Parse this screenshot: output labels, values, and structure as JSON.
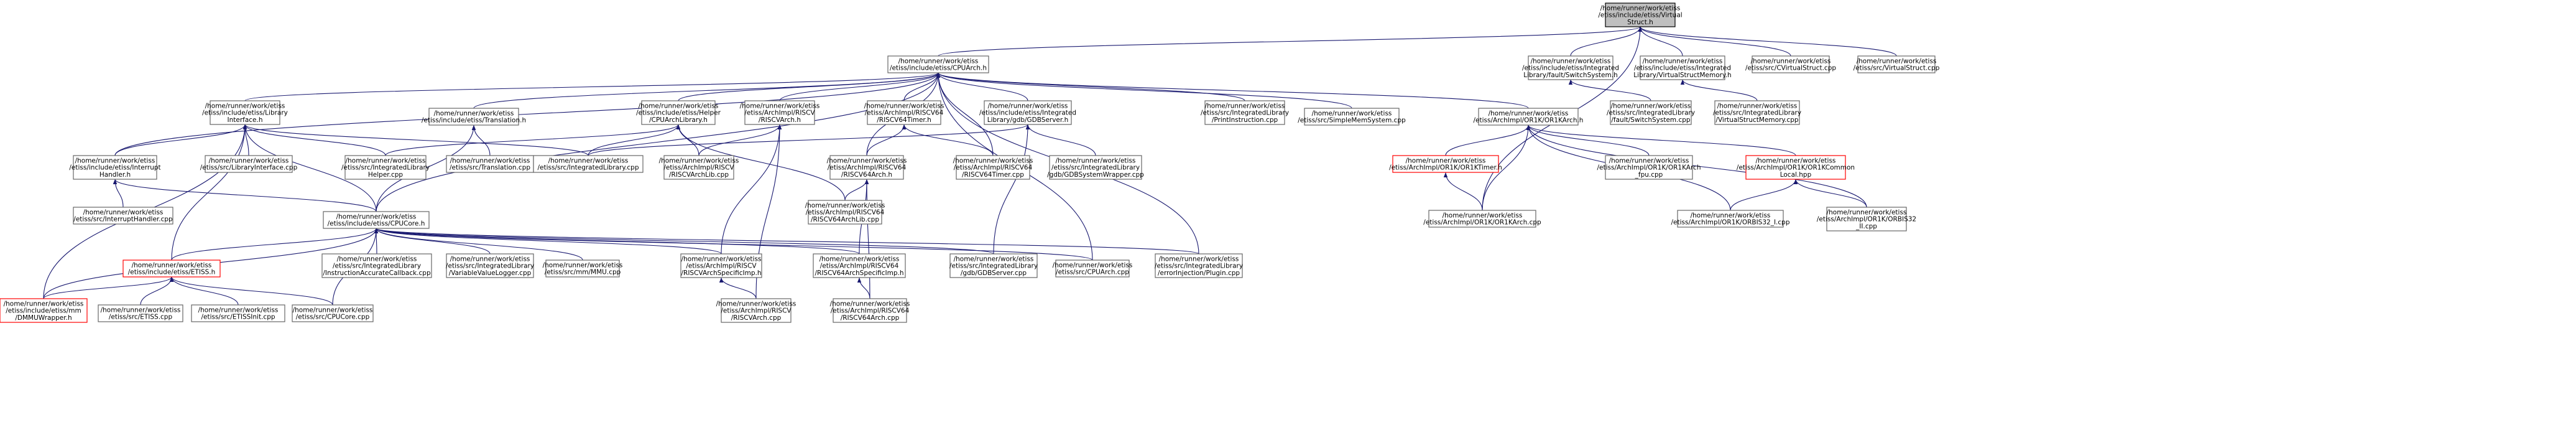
{
  "colors": {
    "edge": "#191970",
    "box": "#666666",
    "root_fill": "#bfbfbf",
    "missing": "#ff0000"
  },
  "nodes": [
    {
      "id": "virtualstruct",
      "lines": [
        "/home/runner/work/etiss",
        "/etiss/include/etiss/Virtual",
        "Struct.h"
      ],
      "style": "root"
    },
    {
      "id": "cpuarch",
      "lines": [
        "/home/runner/work/etiss",
        "/etiss/include/etiss/CPUArch.h"
      ]
    },
    {
      "id": "faultswitch",
      "lines": [
        "/home/runner/work/etiss",
        "/etiss/include/etiss/Integrated",
        "Library/fault/SwitchSystem.h"
      ]
    },
    {
      "id": "virtualmemory",
      "lines": [
        "/home/runner/work/etiss",
        "/etiss/include/etiss/Integrated",
        "Library/VirtualStructMemory.h"
      ]
    },
    {
      "id": "cvirtualstruct",
      "lines": [
        "/home/runner/work/etiss",
        "/etiss/src/CVirtualStruct.cpp"
      ]
    },
    {
      "id": "virtualstructcpp",
      "lines": [
        "/home/runner/work/etiss",
        "/etiss/src/VirtualStruct.cpp"
      ]
    },
    {
      "id": "libraryinterface",
      "lines": [
        "/home/runner/work/etiss",
        "/etiss/include/etiss/Library",
        "Interface.h"
      ]
    },
    {
      "id": "translation",
      "lines": [
        "/home/runner/work/etiss",
        "/etiss/include/etiss/Translation.h"
      ]
    },
    {
      "id": "cpuarchlib",
      "lines": [
        "/home/runner/work/etiss",
        "/etiss/include/etiss/Helper",
        "/CPUArchLibrary.h"
      ]
    },
    {
      "id": "riscvarch",
      "lines": [
        "/home/runner/work/etiss",
        "/etiss/ArchImpl/RISCV",
        "/RISCVArch.h"
      ]
    },
    {
      "id": "riscv64timer",
      "lines": [
        "/home/runner/work/etiss",
        "/etiss/ArchImpl/RISCV64",
        "/RISCV64Timer.h"
      ]
    },
    {
      "id": "gdbserverh",
      "lines": [
        "/home/runner/work/etiss",
        "/etiss/include/etiss/Integrated",
        "Library/gdb/GDBServer.h"
      ]
    },
    {
      "id": "printinstr",
      "lines": [
        "/home/runner/work/etiss",
        "/etiss/src/IntegratedLibrary",
        "/PrintInstruction.cpp"
      ]
    },
    {
      "id": "simplemem",
      "lines": [
        "/home/runner/work/etiss",
        "/etiss/src/SimpleMemSystem.cpp"
      ]
    },
    {
      "id": "or1karchh",
      "lines": [
        "/home/runner/work/etiss",
        "/etiss/ArchImpl/OR1K/OR1KArch.h"
      ]
    },
    {
      "id": "faultswitchcpp",
      "lines": [
        "/home/runner/work/etiss",
        "/etiss/src/IntegratedLibrary",
        "/fault/SwitchSystem.cpp"
      ]
    },
    {
      "id": "virtualmemcpp",
      "lines": [
        "/home/runner/work/etiss",
        "/etiss/src/IntegratedLibrary",
        "/VirtualStructMemory.cpp"
      ]
    },
    {
      "id": "interrupth",
      "lines": [
        "/home/runner/work/etiss",
        "/etiss/include/etiss/Interrupt",
        "Handler.h"
      ]
    },
    {
      "id": "libinterfacecpp",
      "lines": [
        "/home/runner/work/etiss",
        "/etiss/src/LibraryInterface.cpp"
      ]
    },
    {
      "id": "helpercpp",
      "lines": [
        "/home/runner/work/etiss",
        "/etiss/src/IntegratedLibrary",
        "Helper.cpp"
      ]
    },
    {
      "id": "translationcpp",
      "lines": [
        "/home/runner/work/etiss",
        "/etiss/src/Translation.cpp"
      ]
    },
    {
      "id": "intlibcpp",
      "lines": [
        "/home/runner/work/etiss",
        "/etiss/src/IntegratedLibrary.cpp"
      ]
    },
    {
      "id": "riscvarchlib",
      "lines": [
        "/home/runner/work/etiss",
        "/etiss/ArchImpl/RISCV",
        "/RISCVArchLib.cpp"
      ]
    },
    {
      "id": "riscv64arch",
      "lines": [
        "/home/runner/work/etiss",
        "/etiss/ArchImpl/RISCV64",
        "/RISCV64Arch.h"
      ]
    },
    {
      "id": "riscv64timercpp",
      "lines": [
        "/home/runner/work/etiss",
        "/etiss/ArchImpl/RISCV64",
        "/RISCV64Timer.cpp"
      ]
    },
    {
      "id": "gdbsyswrap",
      "lines": [
        "/home/runner/work/etiss",
        "/etiss/src/IntegratedLibrary",
        "/gdb/GDBSystemWrapper.cpp"
      ]
    },
    {
      "id": "or1ktimer",
      "lines": [
        "/home/runner/work/etiss",
        "/etiss/ArchImpl/OR1K/OR1KTimer.h"
      ],
      "style": "red"
    },
    {
      "id": "or1kfpu",
      "lines": [
        "/home/runner/work/etiss",
        "/etiss/ArchImpl/OR1K/OR1KArch",
        "_fpu.cpp"
      ]
    },
    {
      "id": "or1kcommon",
      "lines": [
        "/home/runner/work/etiss",
        "/etiss/ArchImpl/OR1K/OR1KCommon",
        "Local.hpp"
      ],
      "style": "red"
    },
    {
      "id": "interruptcpp",
      "lines": [
        "/home/runner/work/etiss",
        "/etiss/src/InterruptHandler.cpp"
      ]
    },
    {
      "id": "riscv64archlib",
      "lines": [
        "/home/runner/work/etiss",
        "/etiss/ArchImpl/RISCV64",
        "/RISCV64ArchLib.cpp"
      ]
    },
    {
      "id": "cpucore",
      "lines": [
        "/home/runner/work/etiss",
        "/etiss/include/etiss/CPUCore.h"
      ]
    },
    {
      "id": "or1karchcpp",
      "lines": [
        "/home/runner/work/etiss",
        "/etiss/ArchImpl/OR1K/OR1KArch.cpp"
      ]
    },
    {
      "id": "or1kbis32i",
      "lines": [
        "/home/runner/work/etiss",
        "/etiss/ArchImpl/OR1K/ORBIS32_I.cpp"
      ]
    },
    {
      "id": "or1kbis32ii",
      "lines": [
        "/home/runner/work/etiss",
        "/etiss/ArchImpl/OR1K/ORBIS32",
        "_II.cpp"
      ]
    },
    {
      "id": "etissh",
      "lines": [
        "/home/runner/work/etiss",
        "/etiss/include/etiss/ETISS.h"
      ],
      "style": "red"
    },
    {
      "id": "instraccurate",
      "lines": [
        "/home/runner/work/etiss",
        "/etiss/src/IntegratedLibrary",
        "/InstructionAccurateCallback.cpp"
      ]
    },
    {
      "id": "varlogger",
      "lines": [
        "/home/runner/work/etiss",
        "/etiss/src/IntegratedLibrary",
        "/VariableValueLogger.cpp"
      ]
    },
    {
      "id": "mmucpp",
      "lines": [
        "/home/runner/work/etiss",
        "/etiss/src/mm/MMU.cpp"
      ]
    },
    {
      "id": "riscvspecimp",
      "lines": [
        "/home/runner/work/etiss",
        "/etiss/ArchImpl/RISCV",
        "/RISCVArchSpecificImp.h"
      ]
    },
    {
      "id": "riscv64specimp",
      "lines": [
        "/home/runner/work/etiss",
        "/etiss/ArchImpl/RISCV64",
        "/RISCV64ArchSpecificImp.h"
      ]
    },
    {
      "id": "gdbservercpp",
      "lines": [
        "/home/runner/work/etiss",
        "/etiss/src/IntegratedLibrary",
        "/gdb/GDBServer.cpp"
      ]
    },
    {
      "id": "cpuarchcpp",
      "lines": [
        "/home/runner/work/etiss",
        "/etiss/src/CPUArch.cpp"
      ]
    },
    {
      "id": "errorinject",
      "lines": [
        "/home/runner/work/etiss",
        "/etiss/src/IntegratedLibrary",
        "/errorInjection/Plugin.cpp"
      ]
    },
    {
      "id": "dmmuwrapper",
      "lines": [
        "/home/runner/work/etiss",
        "/etiss/include/etiss/mm",
        "/DMMUWrapper.h"
      ],
      "style": "red"
    },
    {
      "id": "etisscpp",
      "lines": [
        "/home/runner/work/etiss",
        "/etiss/src/ETISS.cpp"
      ]
    },
    {
      "id": "etissinit",
      "lines": [
        "/home/runner/work/etiss",
        "/etiss/src/ETISSInit.cpp"
      ]
    },
    {
      "id": "cpucorecpp",
      "lines": [
        "/home/runner/work/etiss",
        "/etiss/src/CPUCore.cpp"
      ]
    },
    {
      "id": "riscvarchcpp",
      "lines": [
        "/home/runner/work/etiss",
        "/etiss/ArchImpl/RISCV",
        "/RISCVArch.cpp"
      ]
    },
    {
      "id": "riscv64archcpp",
      "lines": [
        "/home/runner/work/etiss",
        "/etiss/ArchImpl/RISCV64",
        "/RISCV64Arch.cpp"
      ]
    }
  ],
  "edges": [
    [
      "cpuarch",
      "virtualstruct"
    ],
    [
      "faultswitch",
      "virtualstruct"
    ],
    [
      "virtualmemory",
      "virtualstruct"
    ],
    [
      "cvirtualstruct",
      "virtualstruct"
    ],
    [
      "virtualstructcpp",
      "virtualstruct"
    ],
    [
      "or1karchcpp",
      "virtualstruct"
    ],
    [
      "libraryinterface",
      "cpuarch"
    ],
    [
      "translation",
      "cpuarch"
    ],
    [
      "cpuarchlib",
      "cpuarch"
    ],
    [
      "riscvarch",
      "cpuarch"
    ],
    [
      "riscv64timer",
      "cpuarch"
    ],
    [
      "gdbserverh",
      "cpuarch"
    ],
    [
      "printinstr",
      "cpuarch"
    ],
    [
      "simplemem",
      "cpuarch"
    ],
    [
      "or1karchh",
      "cpuarch"
    ],
    [
      "interrupth",
      "cpuarch"
    ],
    [
      "cpucore",
      "cpuarch"
    ],
    [
      "riscv64arch",
      "cpuarch"
    ],
    [
      "riscv64timercpp",
      "cpuarch"
    ],
    [
      "cpuarchcpp",
      "cpuarch"
    ],
    [
      "errorinject",
      "cpuarch"
    ],
    [
      "faultswitchcpp",
      "faultswitch"
    ],
    [
      "virtualmemcpp",
      "virtualmemory"
    ],
    [
      "interrupth",
      "libraryinterface"
    ],
    [
      "libinterfacecpp",
      "libraryinterface"
    ],
    [
      "helpercpp",
      "libraryinterface"
    ],
    [
      "intlibcpp",
      "libraryinterface"
    ],
    [
      "cpucore",
      "libraryinterface"
    ],
    [
      "etissh",
      "libraryinterface"
    ],
    [
      "translationcpp",
      "translation"
    ],
    [
      "cpucore",
      "translation"
    ],
    [
      "helpercpp",
      "cpuarchlib"
    ],
    [
      "intlibcpp",
      "cpuarchlib"
    ],
    [
      "riscvarchlib",
      "cpuarchlib"
    ],
    [
      "riscv64archlib",
      "cpuarchlib"
    ],
    [
      "riscvarchlib",
      "riscvarch"
    ],
    [
      "riscvspecimp",
      "riscvarch"
    ],
    [
      "riscvarchcpp",
      "riscvarch"
    ],
    [
      "riscv64timercpp",
      "riscv64timer"
    ],
    [
      "riscv64arch",
      "riscv64timer"
    ],
    [
      "gdbsyswrap",
      "gdbserverh"
    ],
    [
      "gdbservercpp",
      "gdbserverh"
    ],
    [
      "intlibcpp",
      "gdbserverh"
    ],
    [
      "or1ktimer",
      "or1karchh"
    ],
    [
      "or1kfpu",
      "or1karchh"
    ],
    [
      "or1kcommon",
      "or1karchh"
    ],
    [
      "or1karchcpp",
      "or1karchh"
    ],
    [
      "or1kbis32i",
      "or1karchh"
    ],
    [
      "or1kbis32ii",
      "or1karchh"
    ],
    [
      "interruptcpp",
      "interrupth"
    ],
    [
      "cpucore",
      "interrupth"
    ],
    [
      "riscv64archlib",
      "riscv64arch"
    ],
    [
      "riscv64specimp",
      "riscv64arch"
    ],
    [
      "riscv64archcpp",
      "riscv64arch"
    ],
    [
      "or1karchcpp",
      "or1ktimer"
    ],
    [
      "or1kbis32i",
      "or1kcommon"
    ],
    [
      "or1kbis32ii",
      "or1kcommon"
    ],
    [
      "etissh",
      "cpucore"
    ],
    [
      "instraccurate",
      "cpucore"
    ],
    [
      "varlogger",
      "cpucore"
    ],
    [
      "mmucpp",
      "cpucore"
    ],
    [
      "riscvspecimp",
      "cpucore"
    ],
    [
      "riscv64specimp",
      "cpucore"
    ],
    [
      "gdbservercpp",
      "cpucore"
    ],
    [
      "cpuarchcpp",
      "cpucore"
    ],
    [
      "errorinject",
      "cpucore"
    ],
    [
      "dmmuwrapper",
      "cpucore"
    ],
    [
      "cpucorecpp",
      "cpucore"
    ],
    [
      "dmmuwrapper",
      "etissh"
    ],
    [
      "etisscpp",
      "etissh"
    ],
    [
      "etissinit",
      "etissh"
    ],
    [
      "cpucorecpp",
      "etissh"
    ],
    [
      "dmmuwrapper",
      "libraryinterface"
    ],
    [
      "riscvarchcpp",
      "riscvspecimp"
    ],
    [
      "riscv64archcpp",
      "riscv64specimp"
    ]
  ]
}
